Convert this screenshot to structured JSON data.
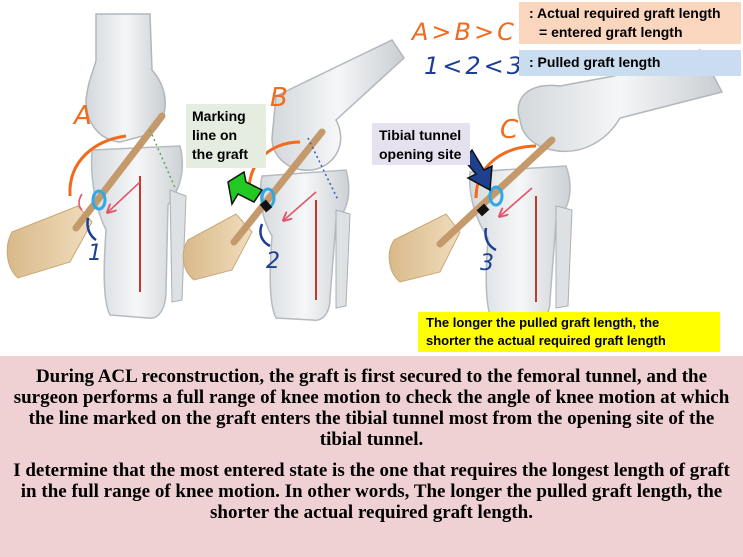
{
  "legend": {
    "inequality_top": "A>B>C",
    "inequality_bottom": "1<2<3",
    "actual_line1": ": Actual required graft length",
    "actual_line2": "= entered graft length",
    "pulled": ": Pulled graft length"
  },
  "labels": {
    "knee_a": "A",
    "knee_b": "B",
    "knee_c": "C",
    "num_1": "1",
    "num_2": "2",
    "num_3": "3",
    "marking_line1": "Marking",
    "marking_line2": "line on",
    "marking_line3": "the graft",
    "tibial_line1": "Tibial tunnel",
    "tibial_line2": "opening site"
  },
  "callout": {
    "line1": "The longer the pulled graft length, the",
    "line2": "shorter the actual required graft length"
  },
  "body": {
    "paragraph1": "During ACL reconstruction, the graft is first secured to the femoral tunnel, and the surgeon performs a full range of knee motion to check the angle of knee motion at which the line marked on the graft enters the tibial tunnel most from the opening site of the tibial tunnel.",
    "paragraph2": "I determine that the most entered state is the one that requires the longest length of graft in the full range of knee motion. In other words, The longer the pulled graft length, the shorter the actual required graft length."
  },
  "colors": {
    "legend_actual_bg": "#fbd6bf",
    "legend_pulled_bg": "#cadcf0",
    "callout_bg": "#ffff00",
    "text_panel_bg": "#efd1d4",
    "handwriting_orange": "#f26a1b",
    "handwriting_blue": "#1c3f94",
    "marker_arrow": "#22c922",
    "tunnel_ring": "#2fa8e6"
  }
}
